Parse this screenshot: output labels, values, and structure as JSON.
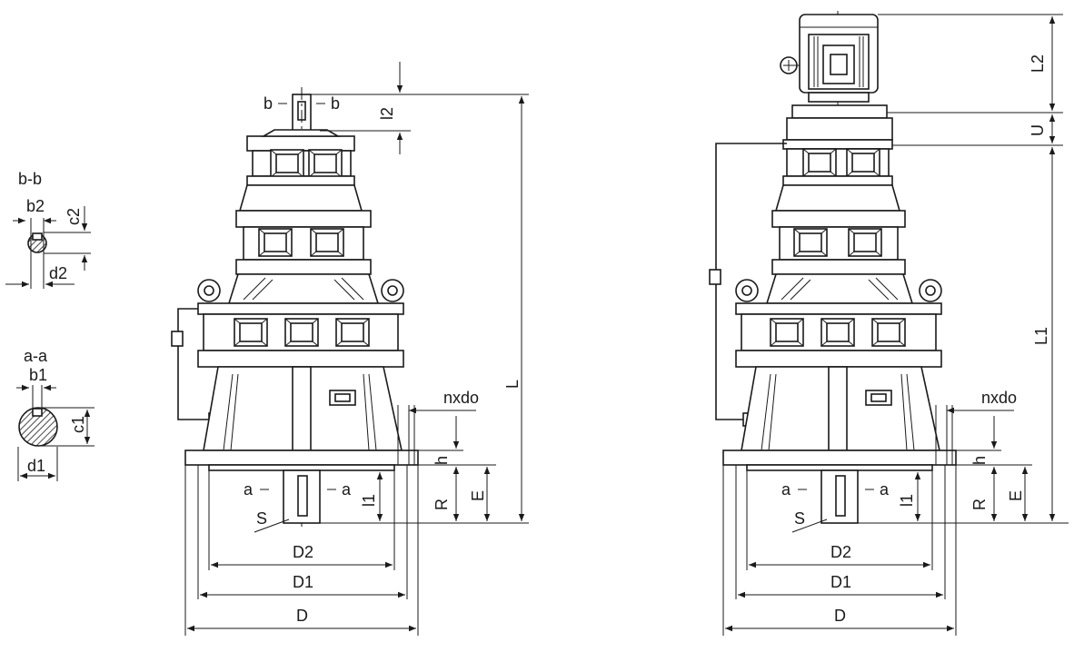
{
  "section_bb": {
    "title": "b-b",
    "b2": "b2",
    "c2": "c2",
    "d2": "d2"
  },
  "section_aa": {
    "title": "a-a",
    "b1": "b1",
    "c1": "c1",
    "d1": "d1"
  },
  "left_drawing": {
    "b_left": "b",
    "b_right": "b",
    "l2": "l2",
    "L": "L",
    "nxdo": "nxdo",
    "h": "h",
    "a_left": "a",
    "a_right": "a",
    "S": "S",
    "l1": "l1",
    "R": "R",
    "E": "E",
    "D2": "D2",
    "D1": "D1",
    "D": "D"
  },
  "right_drawing": {
    "L2": "L2",
    "U": "U",
    "L1": "L1",
    "nxdo": "nxdo",
    "h": "h",
    "a_left": "a",
    "a_right": "a",
    "S": "S",
    "l1": "l1",
    "R": "R",
    "E": "E",
    "D2": "D2",
    "D1": "D1",
    "D": "D"
  }
}
